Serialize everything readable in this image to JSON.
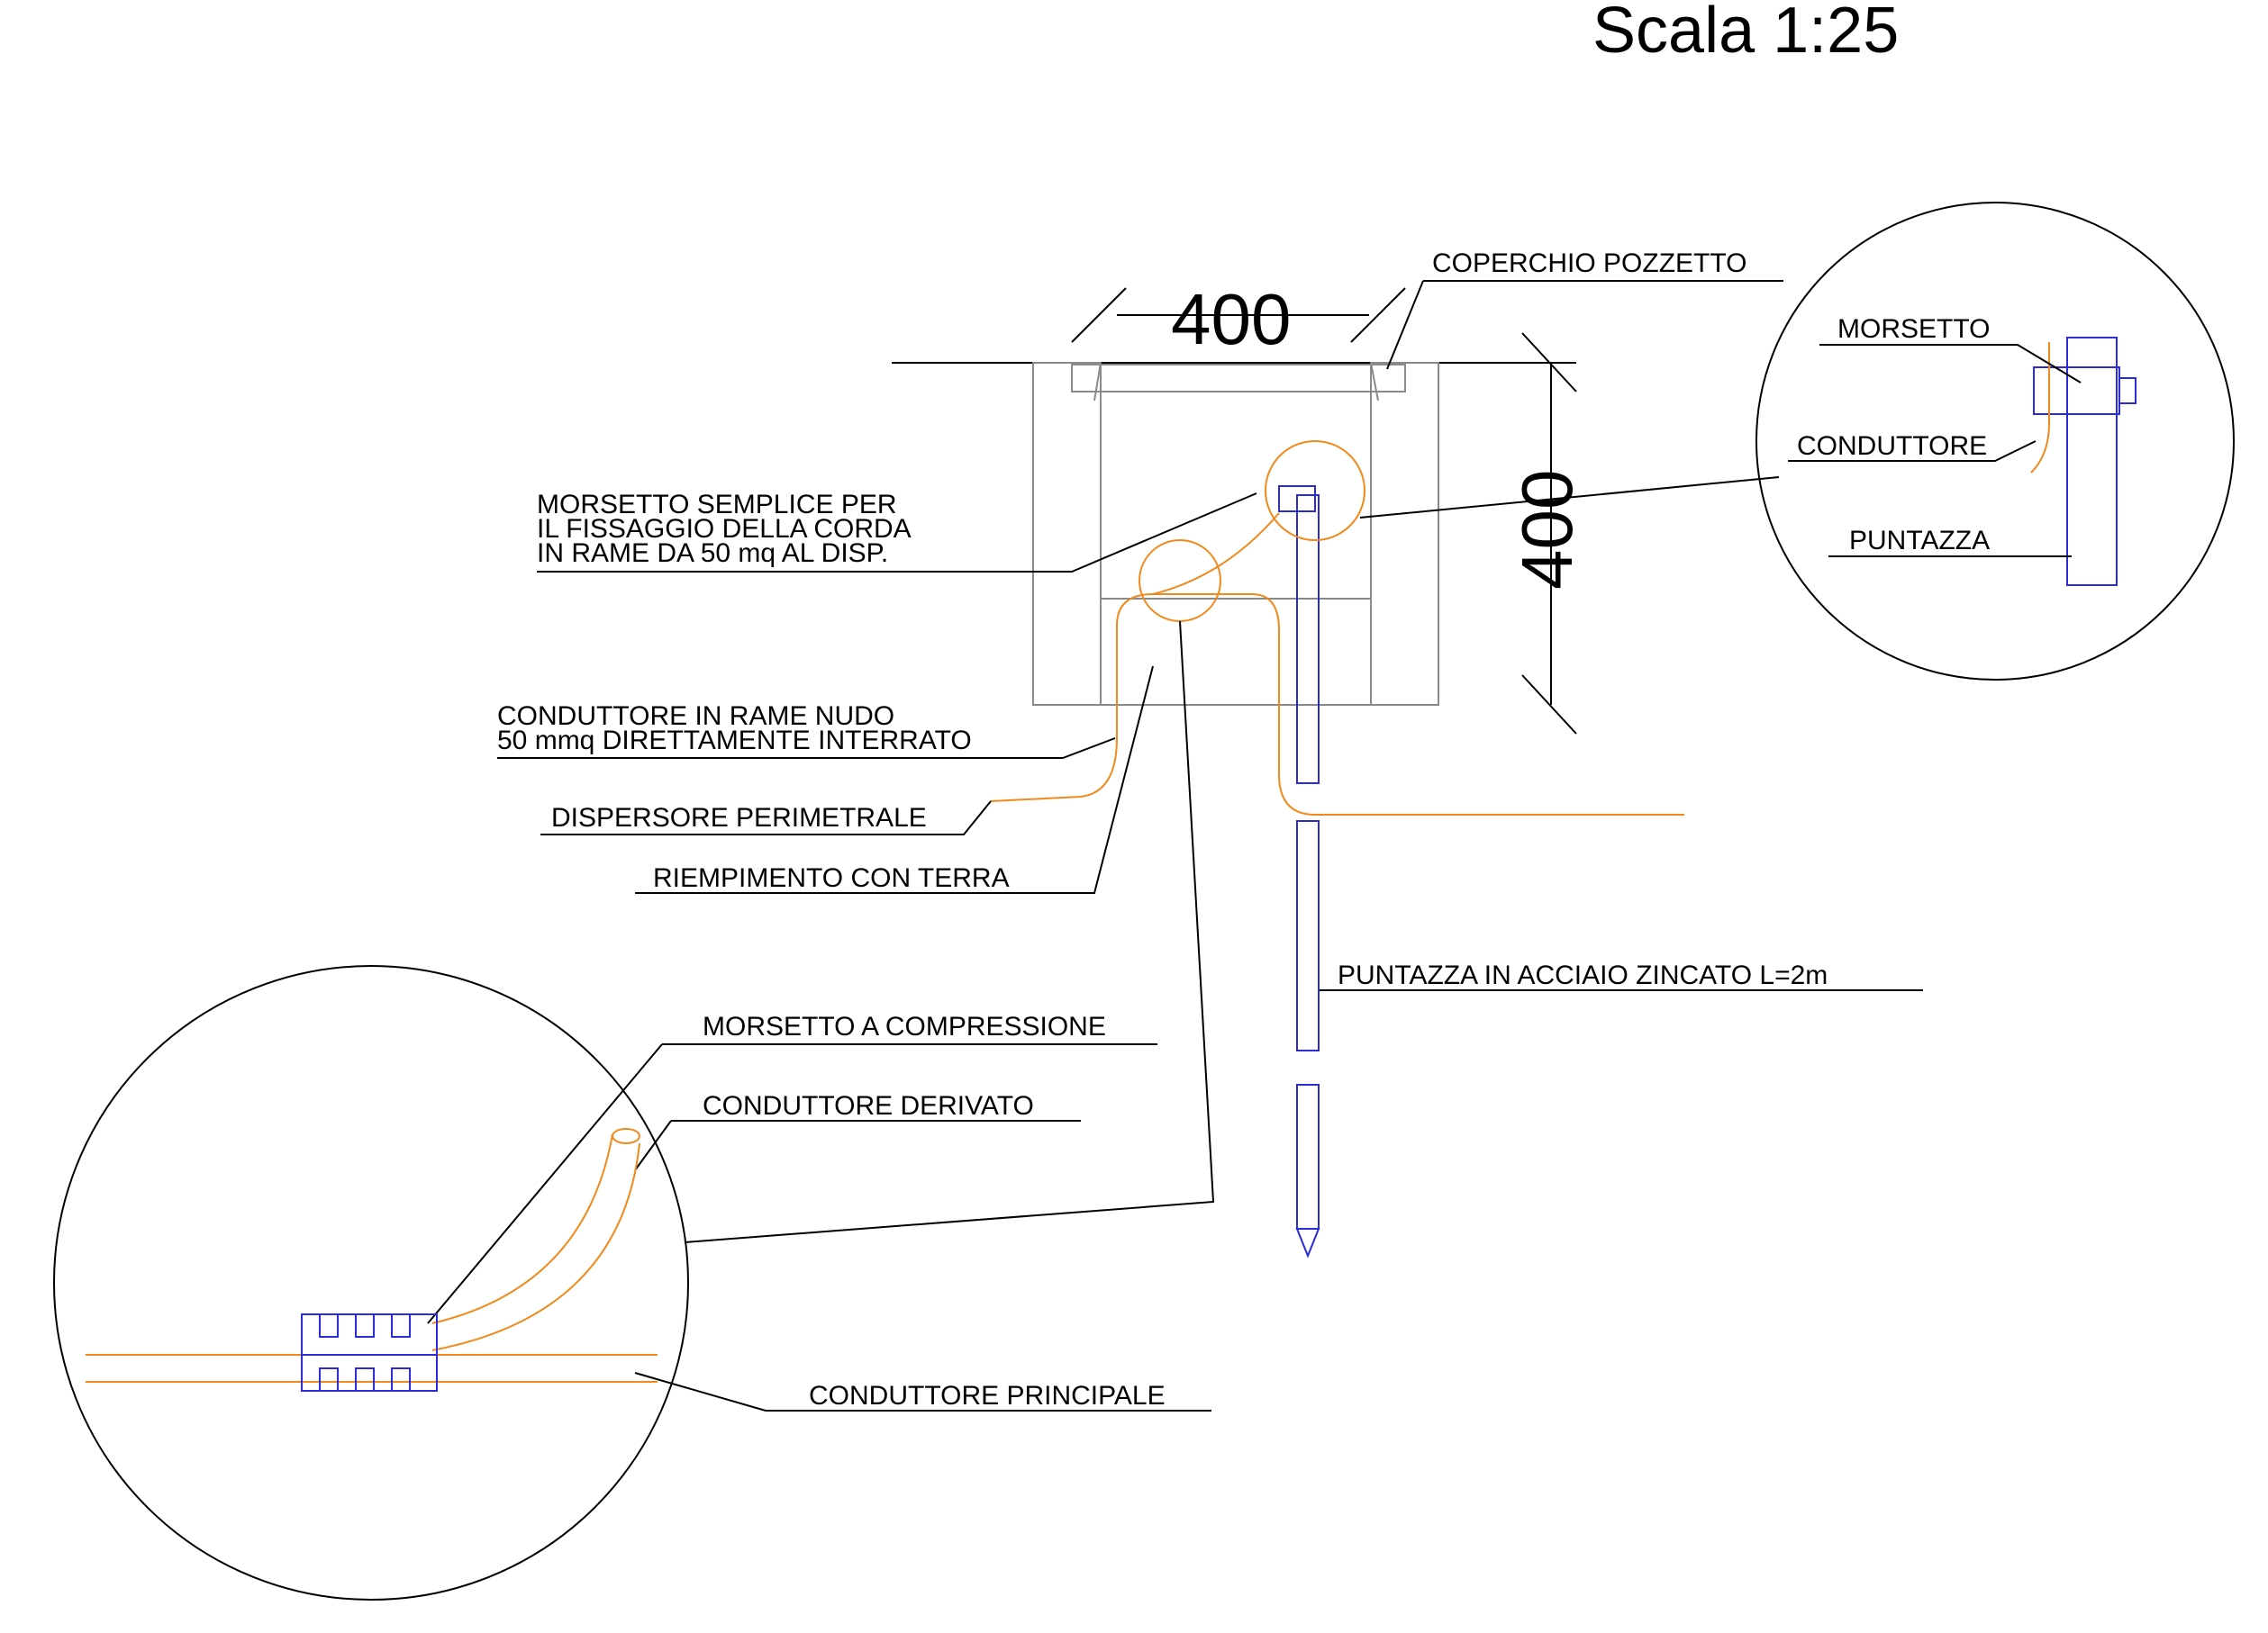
{
  "scale_title": "Scala 1:25",
  "dims": {
    "width": "400",
    "height": "400"
  },
  "labels": {
    "coperchio": "COPERCHIO POZZETTO",
    "morsetto_semplice": [
      "MORSETTO SEMPLICE PER",
      "IL FISSAGGIO DELLA CORDA",
      "IN RAME DA 50 mq AL DISP."
    ],
    "conduttore_rame": [
      "CONDUTTORE IN RAME NUDO",
      "50 mmq DIRETTAMENTE INTERRATO"
    ],
    "dispersore": "DISPERSORE PERIMETRALE",
    "riempimento": "RIEMPIMENTO CON TERRA",
    "puntazza_acciaio": "PUNTAZZA IN ACCIAIO ZINCATO L=2m",
    "morsetto_compressione": "MORSETTO A COMPRESSIONE",
    "conduttore_derivato": "CONDUTTORE DERIVATO",
    "conduttore_principale": "CONDUTTORE PRINCIPALE"
  },
  "detail_right": {
    "morsetto": "MORSETTO",
    "conduttore": "CONDUTTORE",
    "puntazza": "PUNTAZZA"
  },
  "colors": {
    "line": "#000000",
    "rod": "#2b2bd9",
    "copper": "#f08a1c",
    "concrete": "#8a8a8a"
  }
}
